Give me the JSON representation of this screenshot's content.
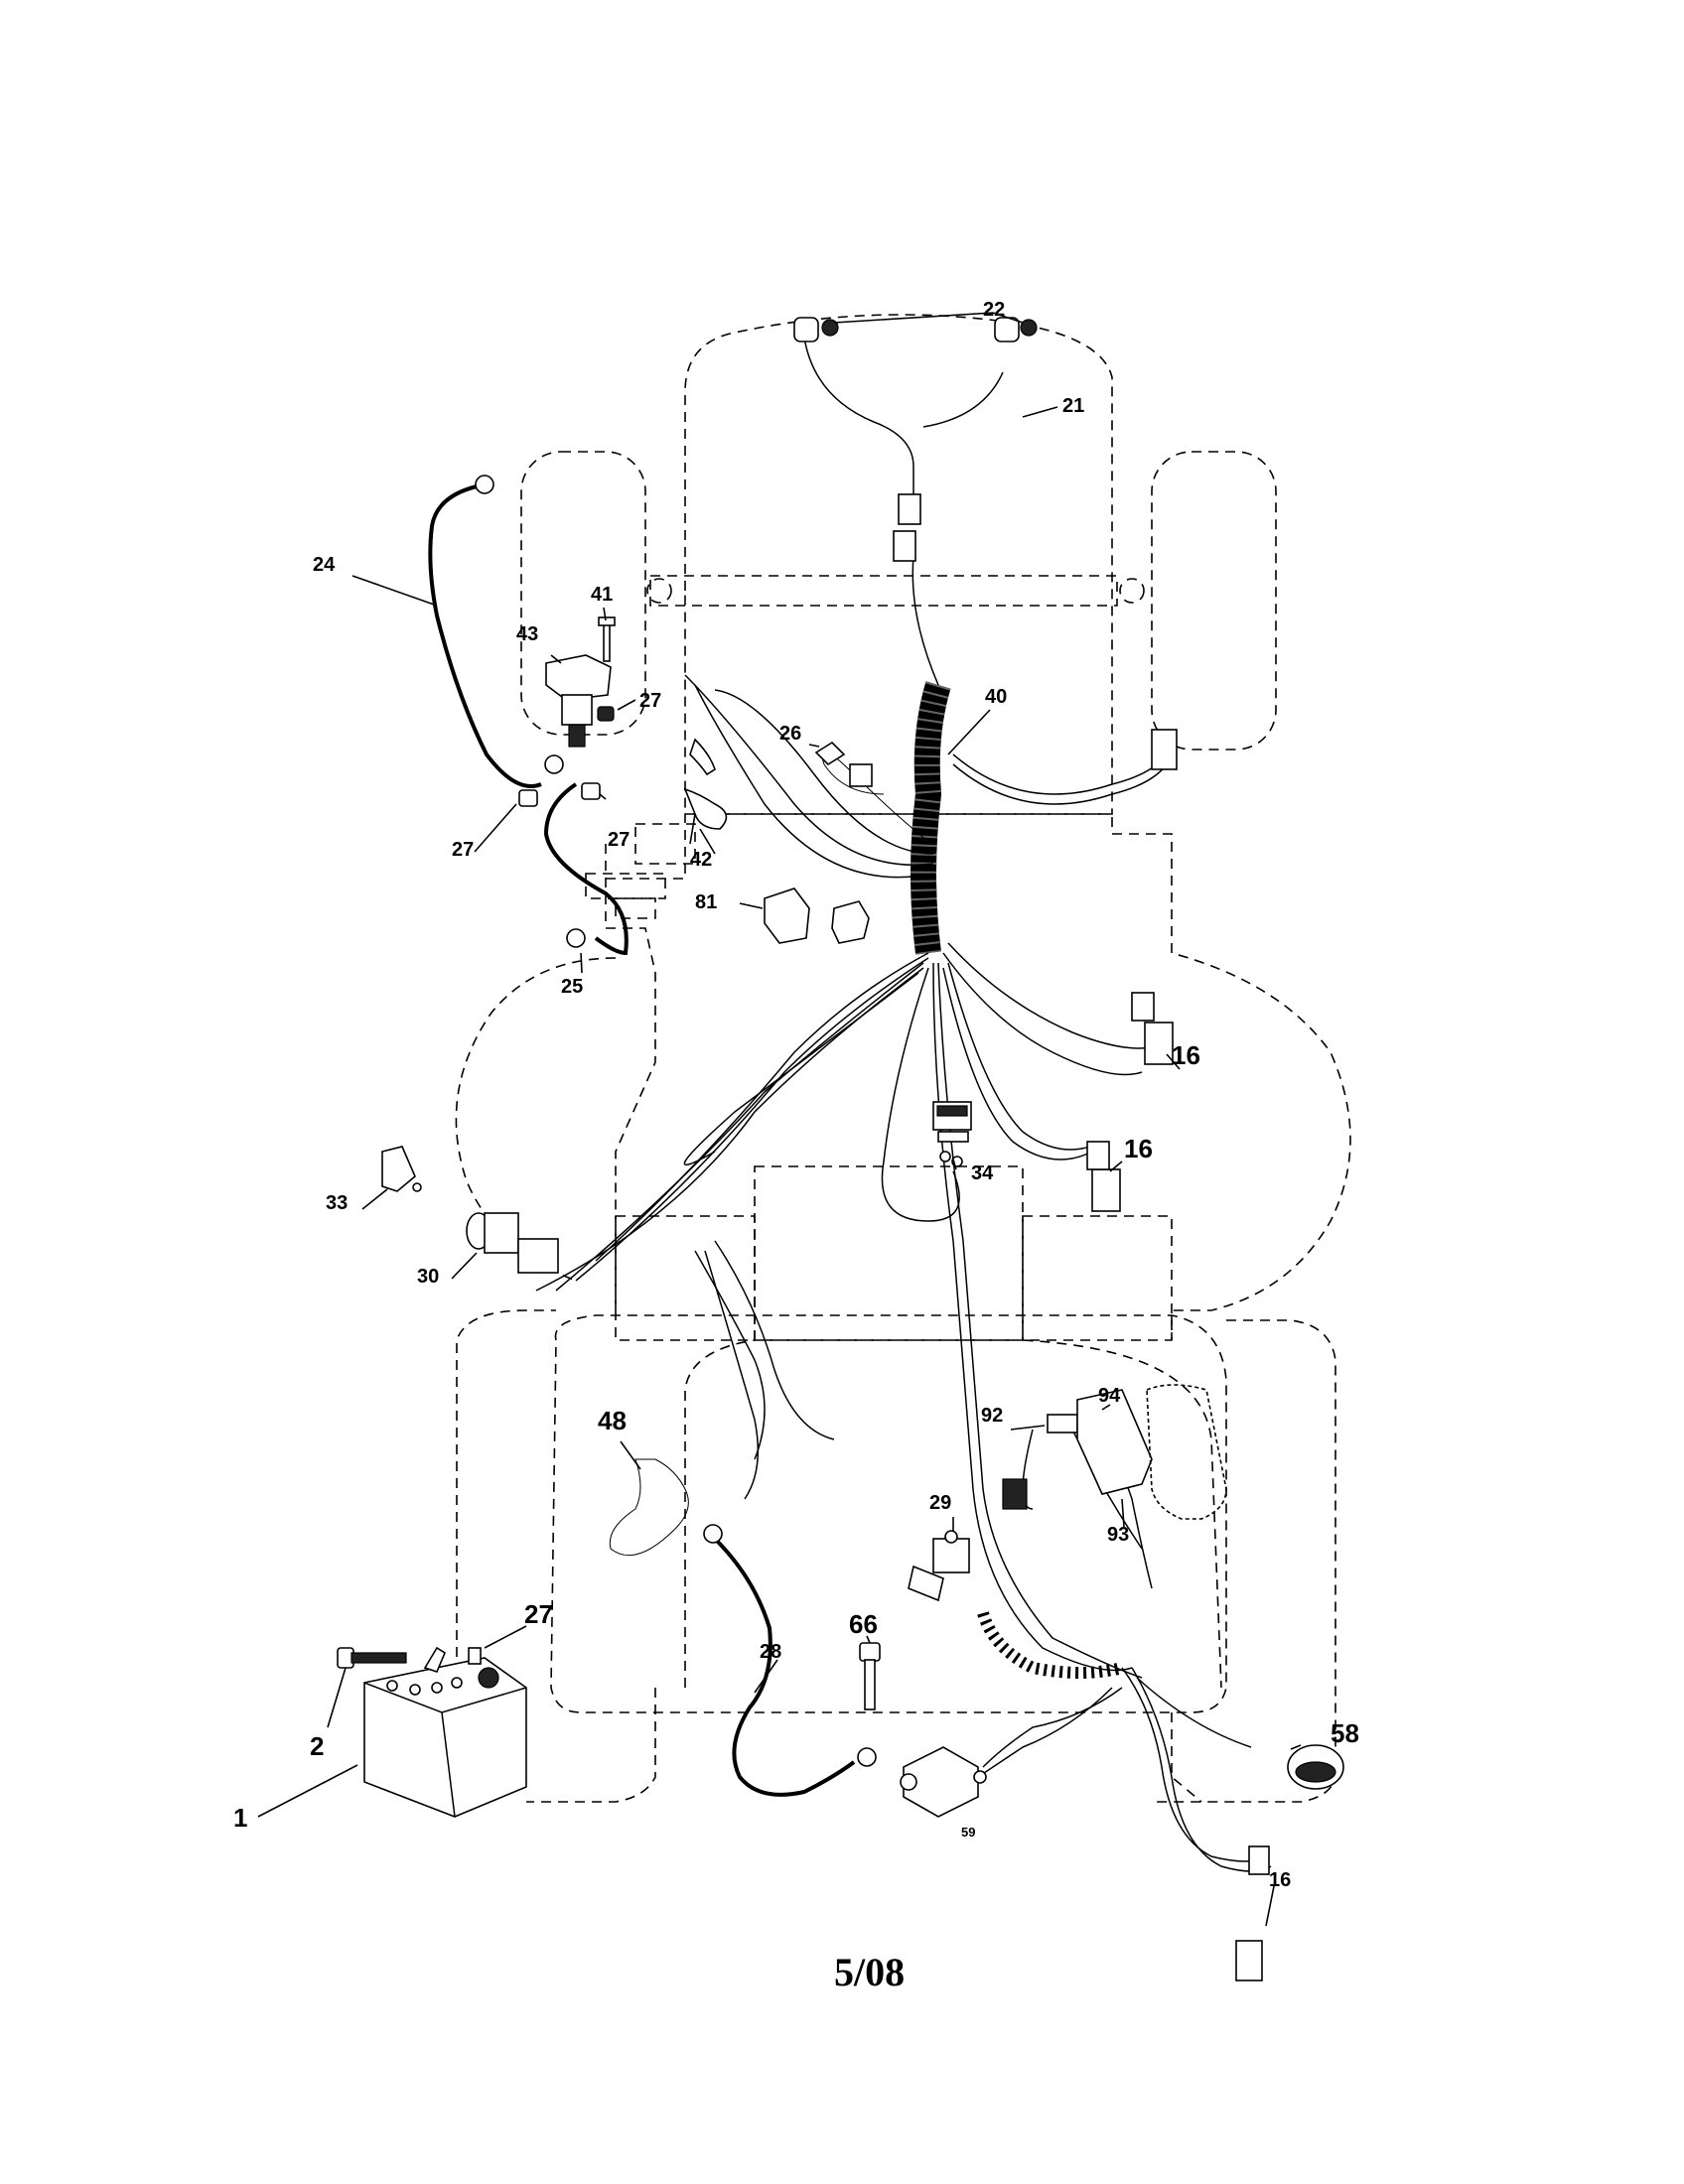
{
  "callouts": {
    "c1": "1",
    "c2": "2",
    "c16a": "16",
    "c16b": "16",
    "c16c": "16",
    "c21": "21",
    "c22": "22",
    "c24": "24",
    "c25": "25",
    "c26": "26",
    "c27a": "27",
    "c27b": "27",
    "c27c": "27",
    "c27d": "27",
    "c28": "28",
    "c29": "29",
    "c30": "30",
    "c33": "33",
    "c34": "34",
    "c40": "40",
    "c41": "41",
    "c42": "42",
    "c43": "43",
    "c48": "48",
    "c58": "58",
    "c59": "59",
    "c66": "66",
    "c81": "81",
    "c92": "92",
    "c93": "93",
    "c94": "94"
  },
  "footer": {
    "date": "5/08"
  }
}
